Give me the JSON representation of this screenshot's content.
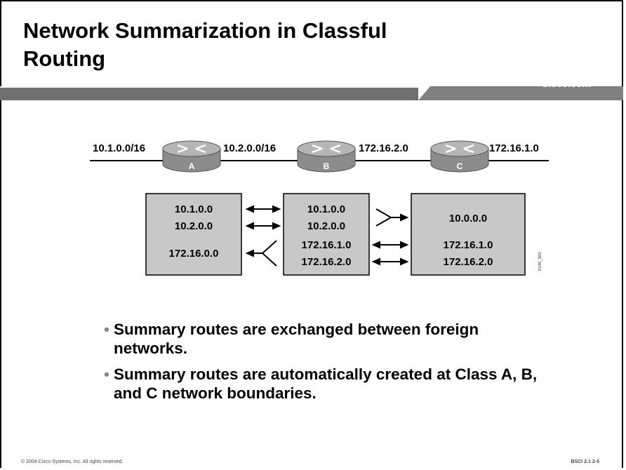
{
  "slide": {
    "title": "Network Summarization in Classful Routing",
    "header_brand": "Cisco.com",
    "footer_left": "© 2004 Cisco Systems, Inc. All rights reserved.",
    "footer_right": "BSCI 2.1  2-5",
    "figure_id": "0140_500"
  },
  "diagram": {
    "links": [
      {
        "label": "10.1.0.0/16"
      },
      {
        "label": "10.2.0.0/16"
      },
      {
        "label": "172.16.2.0"
      },
      {
        "label": "172.16.1.0"
      }
    ],
    "routers": [
      {
        "label": "A"
      },
      {
        "label": "B"
      },
      {
        "label": "C"
      }
    ],
    "tables": {
      "a": [
        "10.1.0.0",
        "10.2.0.0",
        "172.16.0.0"
      ],
      "b": [
        "10.1.0.0",
        "10.2.0.0",
        "172.16.1.0",
        "172.16.2.0"
      ],
      "c": [
        "10.0.0.0",
        "172.16.1.0",
        "172.16.2.0"
      ]
    }
  },
  "bullets": [
    {
      "text": "Summary routes are exchanged between foreign networks."
    },
    {
      "text": "Summary routes are automatically created at Class A, B, and C network boundaries."
    }
  ],
  "colors": {
    "header_band": "#7a7a7a",
    "router_body": "#999999",
    "table_fill": "#c8c8c8"
  }
}
